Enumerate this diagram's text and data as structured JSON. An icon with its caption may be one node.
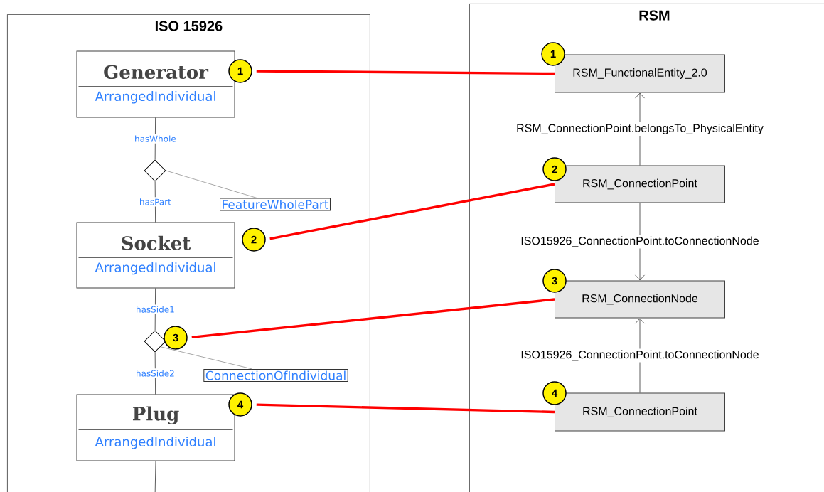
{
  "diagram": {
    "nodes": [
      {
        "text": [
          "ISO 15926"
        ]
      },
      {
        "text": [
          "Generator",
          "ArrangedIndividual"
        ],
        "in": 0
      },
      {
        "text": [
          "1"
        ],
        "in": 0
      },
      {
        "text": [],
        "shape": "diamond",
        "in": 0
      },
      {
        "text": [
          "FeatureWholePart"
        ],
        "in": 0
      },
      {
        "text": [
          "Socket",
          "ArrangedIndividual"
        ],
        "in": 0
      },
      {
        "text": [
          "2"
        ],
        "in": 0
      },
      {
        "text": [],
        "shape": "diamond",
        "in": 0
      },
      {
        "text": [
          "3"
        ],
        "in": 0
      },
      {
        "text": [
          "ConnectionOfIndividual"
        ],
        "in": 0
      },
      {
        "text": [
          "Plug",
          "ArrangedIndividual"
        ],
        "in": 0
      },
      {
        "text": [
          "4"
        ],
        "in": 0
      },
      {
        "text": [
          "RSM"
        ]
      },
      {
        "text": [
          "RSM_FunctionalEntity_2.0"
        ],
        "in": 12
      },
      {
        "text": [
          "1"
        ],
        "in": 12
      },
      {
        "text": [
          "RSM_ConnectionPoint"
        ],
        "in": 12
      },
      {
        "text": [
          "2"
        ],
        "in": 12
      },
      {
        "text": [
          "RSM_ConnectionNode"
        ],
        "in": 12
      },
      {
        "text": [
          "3"
        ],
        "in": 12
      },
      {
        "text": [
          "RSM_ConnectionPoint"
        ],
        "in": 12
      },
      {
        "text": [
          "4"
        ],
        "in": 12
      }
    ],
    "edges": [
      {
        "from": 1,
        "to": 3,
        "arrow": "none",
        "label": "hasWhole"
      },
      {
        "from": 3,
        "to": 5,
        "arrow": "none",
        "label": "hasPart"
      },
      {
        "from": 3,
        "to": 4,
        "arrow": "none",
        "color": "#808080"
      },
      {
        "from": 5,
        "to": 7,
        "arrow": "none",
        "label": "hasSide1"
      },
      {
        "from": 7,
        "to": 10,
        "arrow": "none",
        "label": "hasSide2"
      },
      {
        "from": 7,
        "to": 9,
        "arrow": "none",
        "color": "#808080"
      },
      {
        "from": 10,
        "to": null,
        "arrow": "none"
      },
      {
        "from": 15,
        "to": 13,
        "arrow": "to",
        "label": "RSM_ConnectionPoint.belongsTo_PhysicalEntity"
      },
      {
        "from": 15,
        "to": 17,
        "arrow": "to",
        "label": "ISO15926_ConnectionPoint.toConnectionNode"
      },
      {
        "from": 19,
        "to": 17,
        "arrow": "to",
        "label": "ISO15926_ConnectionPoint.toConnectionNode"
      },
      {
        "from": 2,
        "to": 13,
        "arrow": "none",
        "style": "thick",
        "color": "#ff0000"
      },
      {
        "from": 6,
        "to": 15,
        "arrow": "none",
        "style": "thick",
        "color": "#ff0000"
      },
      {
        "from": 8,
        "to": 17,
        "arrow": "none",
        "style": "thick",
        "color": "#ff0000"
      },
      {
        "from": 11,
        "to": 19,
        "arrow": "none",
        "style": "thick",
        "color": "#ff0000"
      }
    ]
  }
}
